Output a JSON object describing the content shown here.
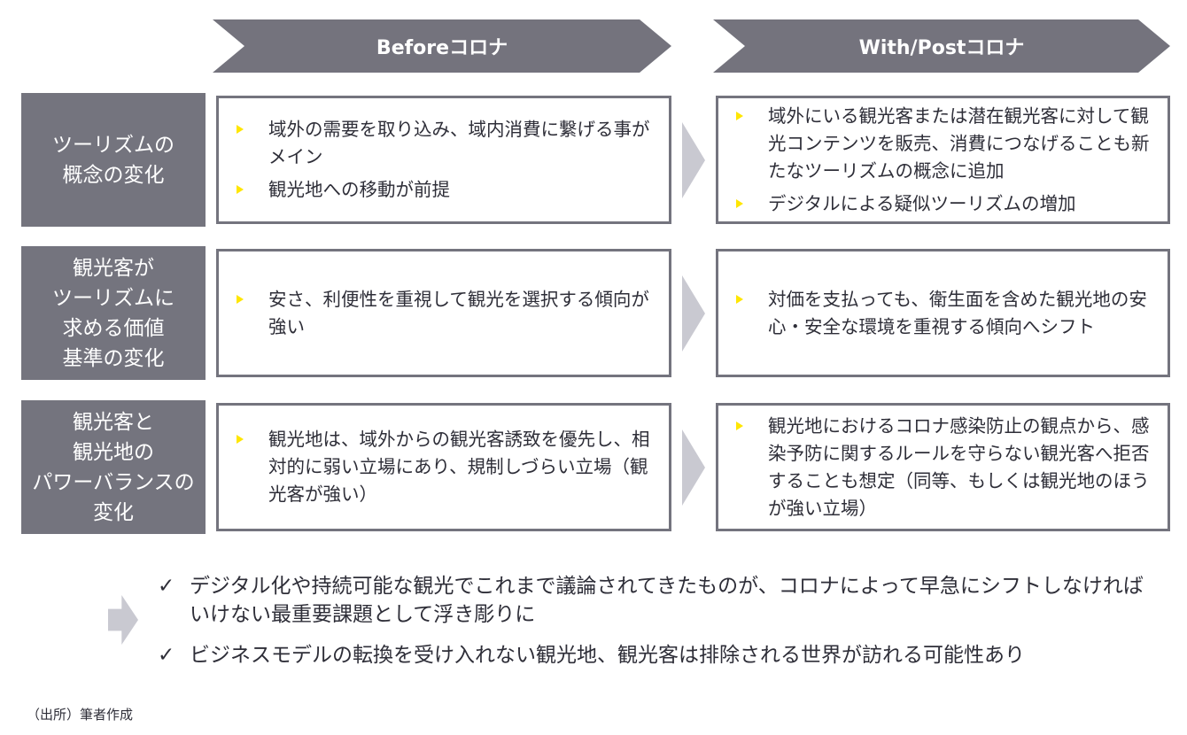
{
  "headers": {
    "before": "Beforeコロナ",
    "after": "With/Postコロナ"
  },
  "rows": [
    {
      "label": "ツーリズムの\n概念の変化",
      "before": [
        "域外の需要を取り込み、域内消費に繋げる事がメイン",
        "観光地への移動が前提"
      ],
      "after": [
        "域外にいる観光客または潜在観光客に対して観光コンテンツを販売、消費につなげることも新たなツーリズムの概念に追加",
        "デジタルによる疑似ツーリズムの増加"
      ]
    },
    {
      "label": "観光客が\nツーリズムに\n求める価値\n基準の変化",
      "before": [
        "安さ、利便性を重視して観光を選択する傾向が強い"
      ],
      "after": [
        "対価を支払っても、衛生面を含めた観光地の安心・安全な環境を重視する傾向へシフト"
      ]
    },
    {
      "label": "観光客と\n観光地の\nパワーバランスの\n変化",
      "before": [
        "観光地は、域外からの観光客誘致を優先し、相対的に弱い立場にあり、規制しづらい立場（観光客が強い）"
      ],
      "after": [
        "観光地におけるコロナ感染防止の観点から、感染予防に関するルールを守らない観光客へ拒否することも想定（同等、もしくは観光地のほうが強い立場）"
      ]
    }
  ],
  "conclusions": [
    "デジタル化や持続可能な観光でこれまで議論されてきたものが、コロナによって早急にシフトしなければいけない最重要課題として浮き彫りに",
    "ビジネスモデルの転換を受け入れない観光地、観光客は排除される世界が訪れる可能性あり"
  ],
  "check_mark": "✓",
  "source": "（出所）筆者作成",
  "colors": {
    "grey": "#74747e",
    "accent": "#ffe600",
    "light": "#c9c9d1"
  }
}
